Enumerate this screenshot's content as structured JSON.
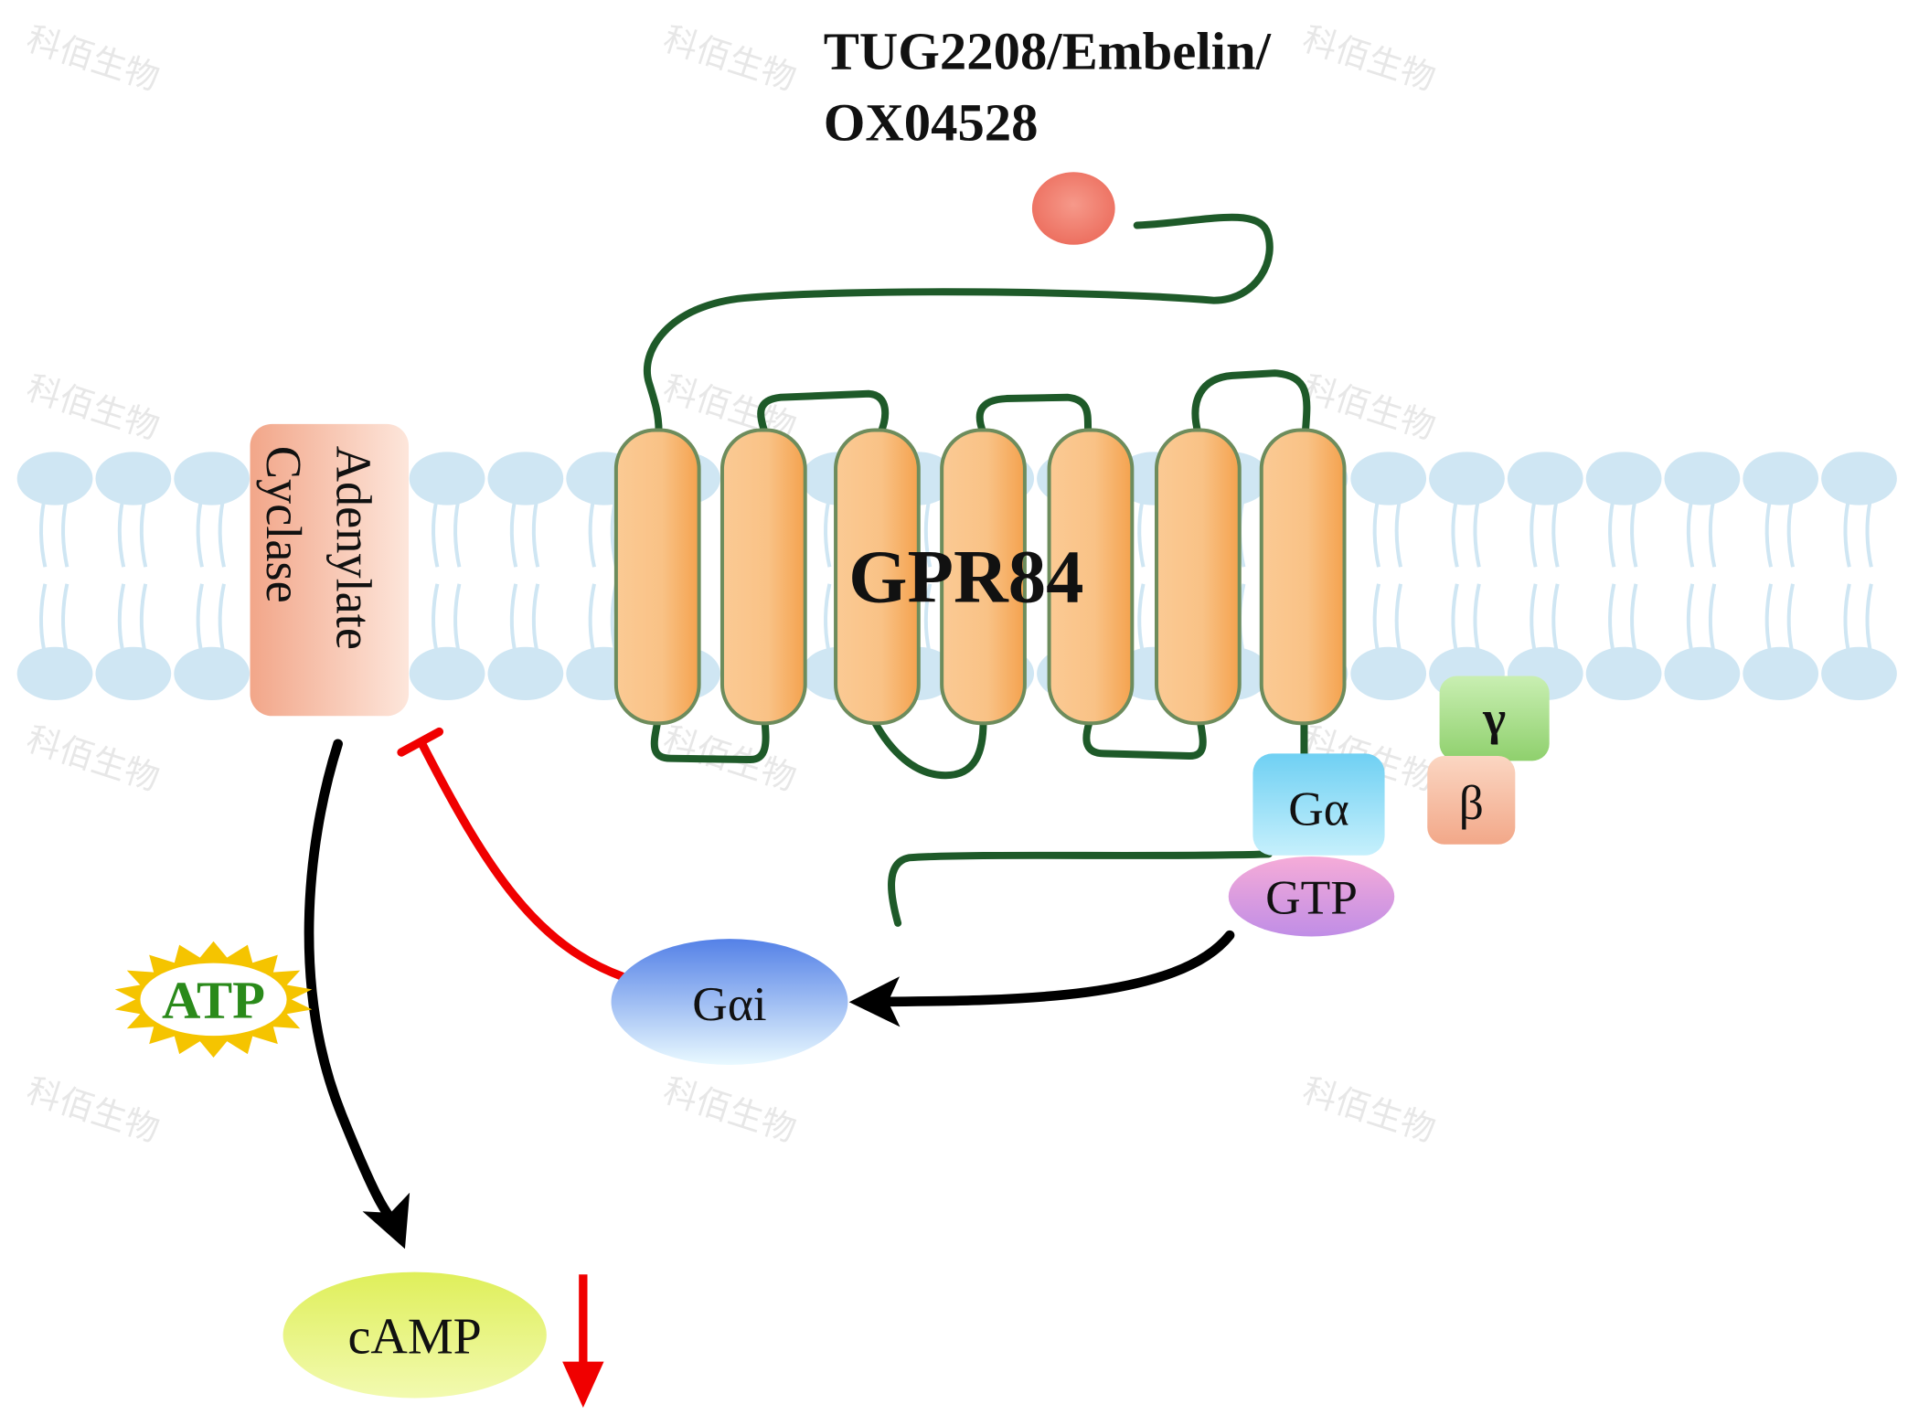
{
  "watermark": "科佰生物",
  "ligand": {
    "line1": "TUG2208/Embelin/",
    "line2": "OX04528"
  },
  "receptor": {
    "label": "GPR84"
  },
  "adenylate_cyclase": {
    "line1": "Adenylate",
    "line2": "Cyclase"
  },
  "g_protein": {
    "alpha": "Gα",
    "beta": "β",
    "gamma": "γ",
    "gtp": "GTP"
  },
  "g_alpha_i": "Gαi",
  "atp": "ATP",
  "camp": "cAMP",
  "colors": {
    "loop": "#1e5a29",
    "lipid": "#cfe6f3",
    "inhibition": "#f00000",
    "arrow": "#000000",
    "atp_text": "#2a8a1a",
    "atp_star": "#f5c400"
  }
}
